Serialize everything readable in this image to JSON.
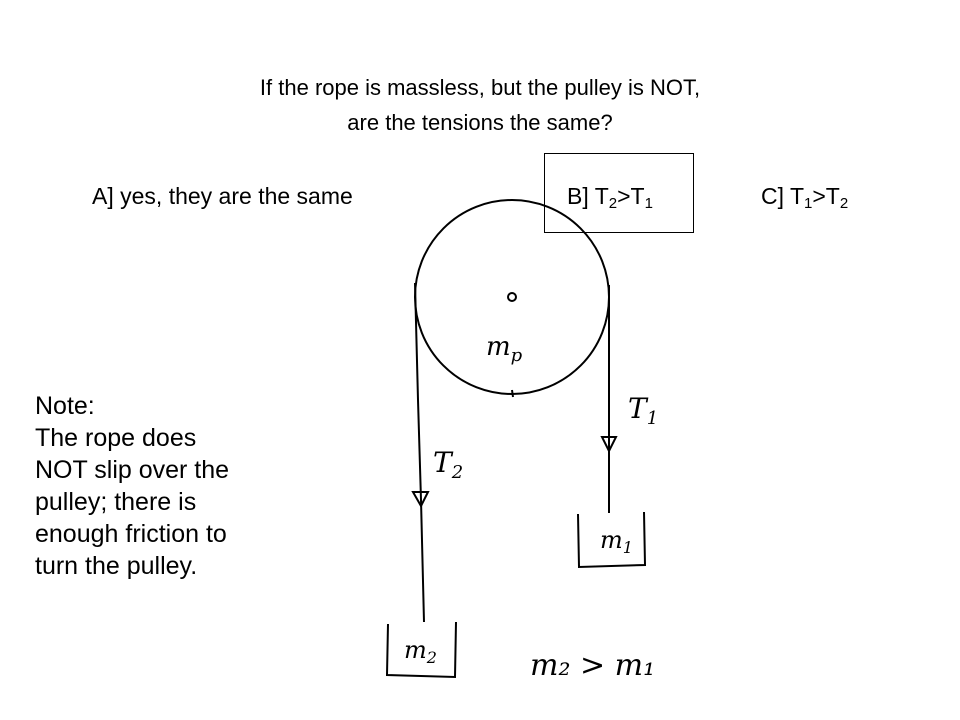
{
  "question": {
    "line1": "If the rope is massless, but the pulley is NOT,",
    "line2": "are the tensions the same?"
  },
  "choices": [
    {
      "text": "A] yes, they are the same"
    },
    {
      "prefix": "B] T",
      "sub1": "2",
      "mid": ">T",
      "sub2": "1"
    },
    {
      "prefix": "C] T",
      "sub1": "1",
      "mid": ">T",
      "sub2": "2"
    }
  ],
  "highlighted_choice": "B",
  "note": {
    "lines": [
      "Note:",
      "The rope does",
      "NOT slip over the",
      "pulley; there is",
      "enough friction to",
      "turn the pulley."
    ]
  },
  "diagram_labels": {
    "pulley_mass": "m",
    "pulley_mass_sub": "p",
    "tension_right": "T",
    "tension_right_sub": "1",
    "tension_left": "T",
    "tension_left_sub": "2",
    "mass_right": "m",
    "mass_right_sub": "1",
    "mass_left": "m",
    "mass_left_sub": "2",
    "relation": "m₂ > m₁"
  }
}
